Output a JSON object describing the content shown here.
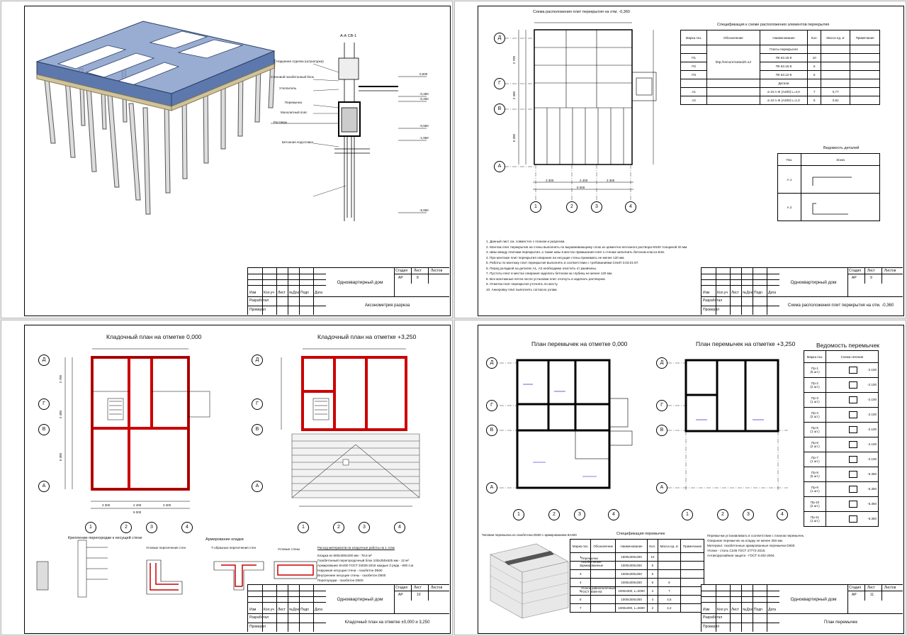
{
  "org": "Одноквартирный дом",
  "stamp_labels": {
    "izm": "Изм",
    "kol": "Кол.уч",
    "list": "Лист",
    "ndok": "№Док",
    "podp": "Подп",
    "data": "Дата",
    "razrab": "Разработал",
    "prov": "Проверил",
    "stadia": "Стадия",
    "list_h": "Лист",
    "listov": "Листов",
    "stage": "АР"
  },
  "sheets": [
    {
      "name": "Аксонометрия разреза",
      "num": "8"
    },
    {
      "name": "Схема расположения плит перекрытия на отм. -0,360",
      "num": "9"
    },
    {
      "name": "Кладочный план на отметке ±0,000 и 3,250",
      "num": "10"
    },
    {
      "name": "План перемычек",
      "num": "11"
    }
  ],
  "sheet1": {
    "section_title": "А-А СВ-1",
    "notes": [
      "Наружная отделка (штукатурка)",
      "Стеновой газобетонный блок",
      "Утеплитель",
      "Перемычка",
      "Монолитный пояс",
      "Ростверк",
      "Бетонная подготовка"
    ],
    "marks": [
      "-0,360",
      "-0,460",
      "-0,960",
      "-1,960",
      "-5,960",
      "0,000"
    ]
  },
  "sheet2": {
    "title": "Схема расположения плит перекрытия на отм. -0,360",
    "spec_title": "Спецификация к схеме расположения элементов перекрытия",
    "spec_headers": [
      "Марка поз.",
      "Обозначение",
      "Наименование",
      "Кол.",
      "Масса ед. кг",
      "Примечание"
    ],
    "spec_section1": "Плиты перекрытия",
    "spec_rows": [
      [
        "П1",
        "ПК 63.15-8",
        "10"
      ],
      [
        "П2",
        "ПК 63.15-8",
        "5"
      ],
      [
        "П3",
        "ПК 63.12-8",
        "5"
      ]
    ],
    "spec_section2": "Детали",
    "spec_rows2": [
      [
        "А1",
        "ø 10 A-III (A400) L=4,0",
        "7",
        "0,77"
      ],
      [
        "А2",
        "ø 10 A-III (A400) L=1,0",
        "5",
        "0,81"
      ]
    ],
    "spec_ref": "http://remont-kottedzh.ru/",
    "vedomost_title": "Ведомость деталей",
    "vedomost_headers": [
      "Поз.",
      "Эскиз"
    ],
    "vedomost_rows": [
      "А 1",
      "А 2"
    ],
    "axes_x": [
      "1",
      "2",
      "3",
      "4"
    ],
    "axes_y": [
      "Д",
      "Г",
      "В",
      "А"
    ],
    "dims": [
      "3 300",
      "2 400",
      "3 300",
      "9 000"
    ],
    "vdims": [
      "2 700",
      "2 400",
      "5 300"
    ],
    "notes": [
      "1. Данный лист см. совместно с планом и разрезом.",
      "2. Монтаж плит перекрытия на стены выполнять по выравнивающему слою из цементно-песчаного раствора М100 толщиной 20 мм.",
      "3. Швы между плитами перекрытия, а также швы в местах примыкания плит к стенам заполнить бетоном класса В15.",
      "4. При монтаже плит перекрытия опирание на несущие стены принимать не менее 120 мм.",
      "5. Работы по монтажу плит перекрытия выполнять в соответствии с требованиями СНиП 3.03.01-87.",
      "6. Перед укладкой на деталях А1, А2 необходимо очистить от ржавчины.",
      "7. Пустоты плит в местах опирания заделать бетоном на глубину не менее 120 мм.",
      "8. Все монтажные петли после установки плит отогнуть и заделать раствором.",
      "9. Отметки плит перекрытия уточнять по месту.",
      "10. Анкеровку плит выполнять согласно узлам."
    ]
  },
  "sheet3": {
    "title1": "Кладочный план на отметке 0,000",
    "title2": "Кладочный план на отметке +3,250",
    "sub1": "Крепление перегородки к несущей стене",
    "sub2": "Угловые пересечения стен",
    "sub3": "Армирование кладки",
    "sub3b": "Т-образные пересечения стен",
    "sub4": "Угловые стены",
    "dims": [
      "3 300",
      "2 400",
      "3 300",
      "9 000"
    ],
    "vdims": [
      "2 700",
      "2 400",
      "5 300"
    ],
    "notes_title": "Расход материалов на кладочные работы на 1 этаж",
    "notes": [
      "Кладка из 600х300х200 мм - 78,6 м³",
      "Газобетонный перегородочный блок 100х250х625 мм - 12 м²",
      "Армирование 8А400 ГОСТ 34028-2016 каждые 3 ряда - 800 п.м",
      "Наружная несущая стена - газобетон D500",
      "Внутренние несущие стены - газобетон D500",
      "Перегородки - газобетон D500"
    ]
  },
  "sheet4": {
    "title1": "План перемычек на отметке 0,000",
    "title2": "План перемычек на отметке +3,250",
    "vedomost_title": "Ведомость перемычек",
    "vedomost_headers": [
      "Марка поз.",
      "Схема сечения"
    ],
    "vedomost_rows": [
      [
        "Пр-1",
        "(5 шт.)",
        "-2.100"
      ],
      [
        "Пр-2",
        "(2 шт.)",
        "-2.100"
      ],
      [
        "Пр-3",
        "(1 шт.)",
        "-2.100"
      ],
      [
        "Пр-4",
        "(2 шт.)",
        "-2.100"
      ],
      [
        "Пр-5",
        "(1 шт.)",
        "-2.100"
      ],
      [
        "Пр-6",
        "(2 шт.)",
        "-2.100"
      ],
      [
        "Пр-7",
        "(1 шт.)",
        "-2.100"
      ],
      [
        "Пр-8",
        "(5 шт.)",
        "-5.350"
      ],
      [
        "Пр-9",
        "(1 шт.)",
        "-5.350"
      ],
      [
        "Пр-10",
        "(2 шт.)",
        "-5.350"
      ],
      [
        "Пр-11",
        "(1 шт.)",
        "-5.350"
      ]
    ],
    "spec_title": "Спецификация перемычек",
    "spec_headers": [
      "Марка поз.",
      "Обозначение",
      "Наименование",
      "Кол.",
      "Масса ед. кг",
      "Примечание"
    ],
    "spec_rows": [
      [
        "1",
        "",
        "1500х300х250",
        "10",
        ""
      ],
      [
        "2",
        "",
        "1000х300х250",
        "5",
        ""
      ],
      [
        "3",
        "",
        "1000х300х250",
        "5",
        ""
      ],
      [
        "4",
        "",
        "1000х300х250",
        "6",
        "5"
      ],
      [
        "5",
        "",
        "1000х300, L=2000",
        "2",
        "7"
      ],
      [
        "6",
        "",
        "1000х300х250",
        "4",
        "4,5"
      ],
      [
        "7",
        "",
        "1000х300, L=2600",
        "2",
        "4,2"
      ]
    ],
    "spec_label": "Перемычки газобетонные армированные",
    "spec_note": "Уголок равнополочный ГОСТ 8509-93",
    "lintel_text": "Типовая перемычка из газобетона D500 с армированием 8А400",
    "notes": [
      "Перемычки устанавливать в соответствии с планом перемычек.",
      "Опирание перемычек на кладку не менее 250 мм.",
      "Материал: газобетонные армированные перемычки D500.",
      "Уголки - сталь С245 ГОСТ 27772-2015.",
      "Антикоррозийная защита - ГОСТ 9.402-2004."
    ],
    "axes_x": [
      "1",
      "2",
      "3",
      "4"
    ],
    "axes_y": [
      "Д",
      "Г",
      "В",
      "А"
    ]
  }
}
